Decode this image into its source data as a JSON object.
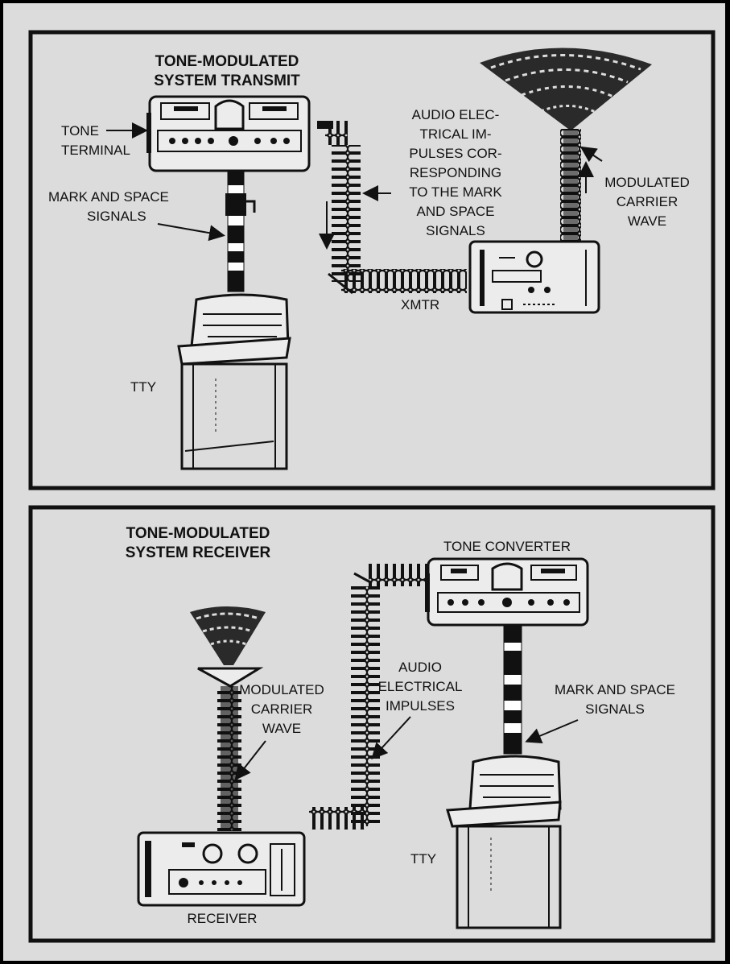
{
  "transmit_panel": {
    "title": [
      "TONE-MODULATED",
      "SYSTEM TRANSMIT"
    ],
    "tone_terminal": [
      "TONE",
      "TERMINAL"
    ],
    "mark_space": [
      "MARK AND SPACE",
      "SIGNALS"
    ],
    "audio": [
      "AUDIO ELEC-",
      "TRICAL IM-",
      "PULSES COR-",
      "RESPONDING",
      "TO THE MARK",
      "AND SPACE",
      "SIGNALS"
    ],
    "modulated": [
      "MODULATED",
      "CARRIER",
      "WAVE"
    ],
    "xmtr": "XMTR",
    "tty": "TTY"
  },
  "receive_panel": {
    "title": [
      "TONE-MODULATED",
      "SYSTEM RECEIVER"
    ],
    "tone_converter": "TONE CONVERTER",
    "modulated": [
      "MODULATED",
      "CARRIER",
      "WAVE"
    ],
    "audio": [
      "AUDIO",
      "ELECTRICAL",
      "IMPULSES"
    ],
    "mark_space": [
      "MARK AND SPACE",
      "SIGNALS"
    ],
    "receiver": "RECEIVER",
    "tty": "TTY"
  }
}
